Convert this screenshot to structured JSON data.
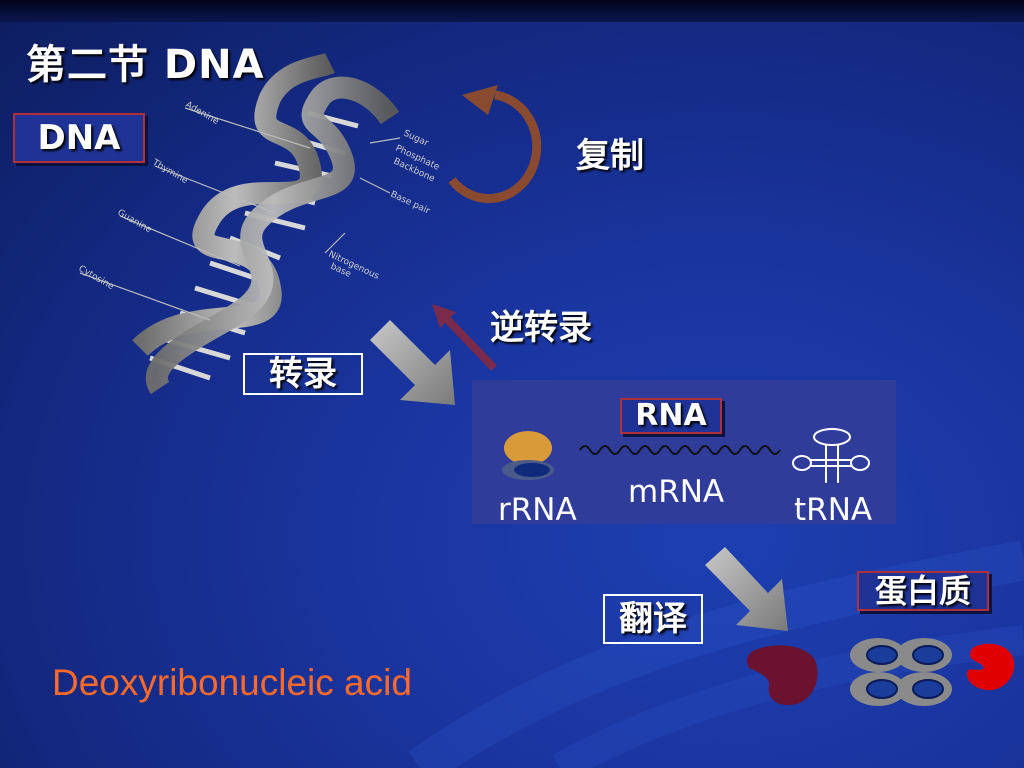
{
  "slide": {
    "title": "第二节 DNA",
    "dna_box": "DNA",
    "replication": "复制",
    "reverse_transcription": "逆转录",
    "transcription": "转录",
    "rna_panel": {
      "title": "RNA",
      "mrna": "mRNA",
      "rrna": "rRNA",
      "trna": "tRNA"
    },
    "translation": "翻译",
    "protein": "蛋白质",
    "caption": "Deoxyribonucleic acid"
  },
  "colors": {
    "background": "#1a35a0",
    "box_border": "#b0303a",
    "caption": "#ff6a2a",
    "replication_arrow": "#8a4a30",
    "reverse_arrow": "#7a2a4a"
  }
}
